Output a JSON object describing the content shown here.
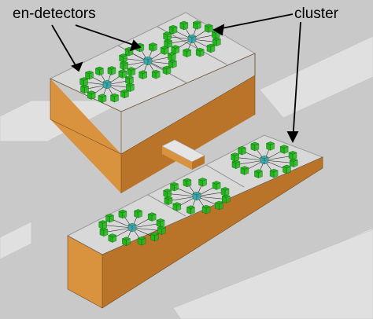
{
  "labels": {
    "en_detectors": "en-detectors",
    "cluster": "cluster"
  },
  "colors": {
    "background": "#c9c9c9",
    "ground_strip": "#e2e2e2",
    "roof": "#d8d8d8",
    "building_front": "#d9933f",
    "building_side": "#b9742a",
    "detector_green": "#22b61c",
    "hub_teal": "#3aa6b8"
  },
  "icons": {
    "detector": "green-cube-icon",
    "hub": "teal-hub-icon"
  },
  "layout_counts": {
    "cluster_cells": 6,
    "detectors_per_cell": 12
  }
}
